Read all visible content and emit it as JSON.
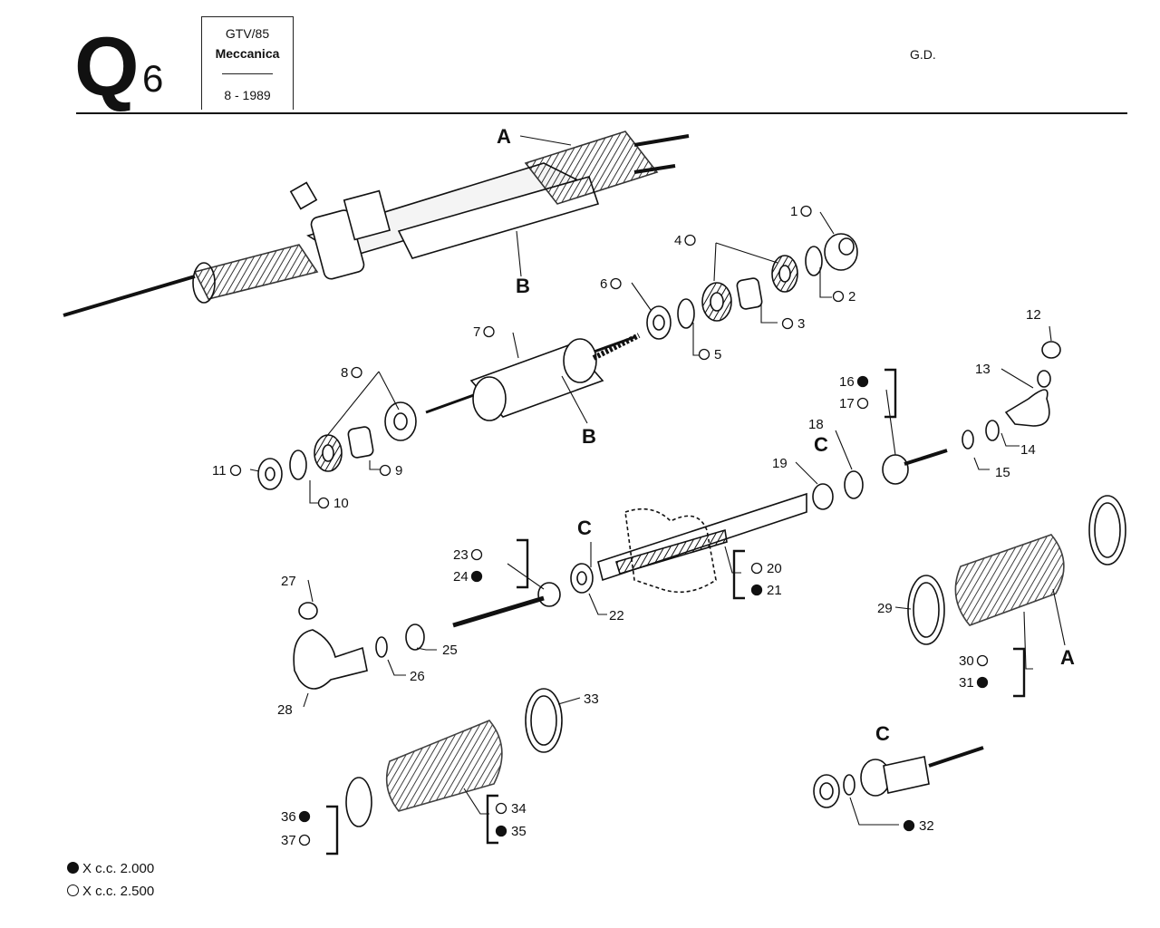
{
  "header": {
    "section_letter": "Q",
    "section_number": "6",
    "model": "GTV/85",
    "group": "Meccanica",
    "date": "8 - 1989",
    "code": "G.D."
  },
  "legend": [
    {
      "marker": "filled",
      "text": "X c.c. 2.000"
    },
    {
      "marker": "empty",
      "text": "X c.c. 2.500"
    }
  ],
  "assembly_labels": {
    "A": "A",
    "B": "B",
    "C": "C"
  },
  "callouts": [
    {
      "num": "1",
      "marker": "empty"
    },
    {
      "num": "2",
      "marker": "empty"
    },
    {
      "num": "3",
      "marker": "empty"
    },
    {
      "num": "4",
      "marker": "empty"
    },
    {
      "num": "5",
      "marker": "empty"
    },
    {
      "num": "6",
      "marker": "empty"
    },
    {
      "num": "7",
      "marker": "empty"
    },
    {
      "num": "8",
      "marker": "empty"
    },
    {
      "num": "9",
      "marker": "empty"
    },
    {
      "num": "10",
      "marker": "empty"
    },
    {
      "num": "11",
      "marker": "empty"
    },
    {
      "num": "12",
      "marker": "none"
    },
    {
      "num": "13",
      "marker": "none"
    },
    {
      "num": "14",
      "marker": "none"
    },
    {
      "num": "15",
      "marker": "none"
    },
    {
      "num": "16",
      "marker": "filled"
    },
    {
      "num": "17",
      "marker": "empty"
    },
    {
      "num": "18",
      "marker": "none"
    },
    {
      "num": "19",
      "marker": "none"
    },
    {
      "num": "20",
      "marker": "empty"
    },
    {
      "num": "21",
      "marker": "filled"
    },
    {
      "num": "22",
      "marker": "none"
    },
    {
      "num": "23",
      "marker": "empty"
    },
    {
      "num": "24",
      "marker": "filled"
    },
    {
      "num": "25",
      "marker": "none"
    },
    {
      "num": "26",
      "marker": "none"
    },
    {
      "num": "27",
      "marker": "none"
    },
    {
      "num": "28",
      "marker": "none"
    },
    {
      "num": "29",
      "marker": "none"
    },
    {
      "num": "30",
      "marker": "empty"
    },
    {
      "num": "31",
      "marker": "filled"
    },
    {
      "num": "32",
      "marker": "filled"
    },
    {
      "num": "33",
      "marker": "none"
    },
    {
      "num": "34",
      "marker": "empty"
    },
    {
      "num": "35",
      "marker": "filled"
    },
    {
      "num": "36",
      "marker": "filled"
    },
    {
      "num": "37",
      "marker": "empty"
    }
  ]
}
